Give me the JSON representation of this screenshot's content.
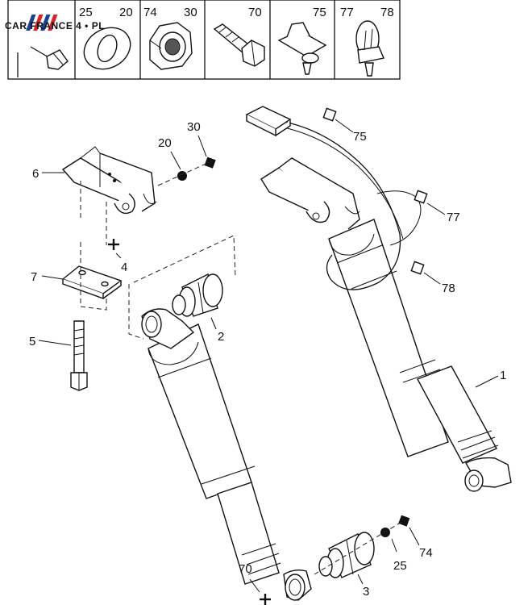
{
  "logo": {
    "text": "CAR FRANCE 4 • PL",
    "colors": {
      "blue": "#1c3f94",
      "red": "#d8232a"
    }
  },
  "header": {
    "cells": [
      {
        "id": "c25",
        "labels": [
          "25"
        ]
      },
      {
        "id": "c20",
        "labels": [
          "20"
        ]
      },
      {
        "id": "c74",
        "labels": [
          "74"
        ]
      },
      {
        "id": "c30",
        "labels": [
          "30"
        ]
      },
      {
        "id": "c70",
        "labels": [
          "70"
        ]
      },
      {
        "id": "c75",
        "labels": [
          "75"
        ]
      },
      {
        "id": "c77",
        "labels": [
          "77",
          "78"
        ]
      }
    ]
  },
  "callouts": {
    "n1": "1",
    "n2": "2",
    "n3": "3",
    "n4": "4",
    "n5": "5",
    "n6": "6",
    "n7": "7",
    "n20": "20",
    "n25": "25",
    "n30": "30",
    "n70": "70",
    "n74": "74",
    "n75": "75",
    "n77": "77",
    "n78": "78"
  }
}
